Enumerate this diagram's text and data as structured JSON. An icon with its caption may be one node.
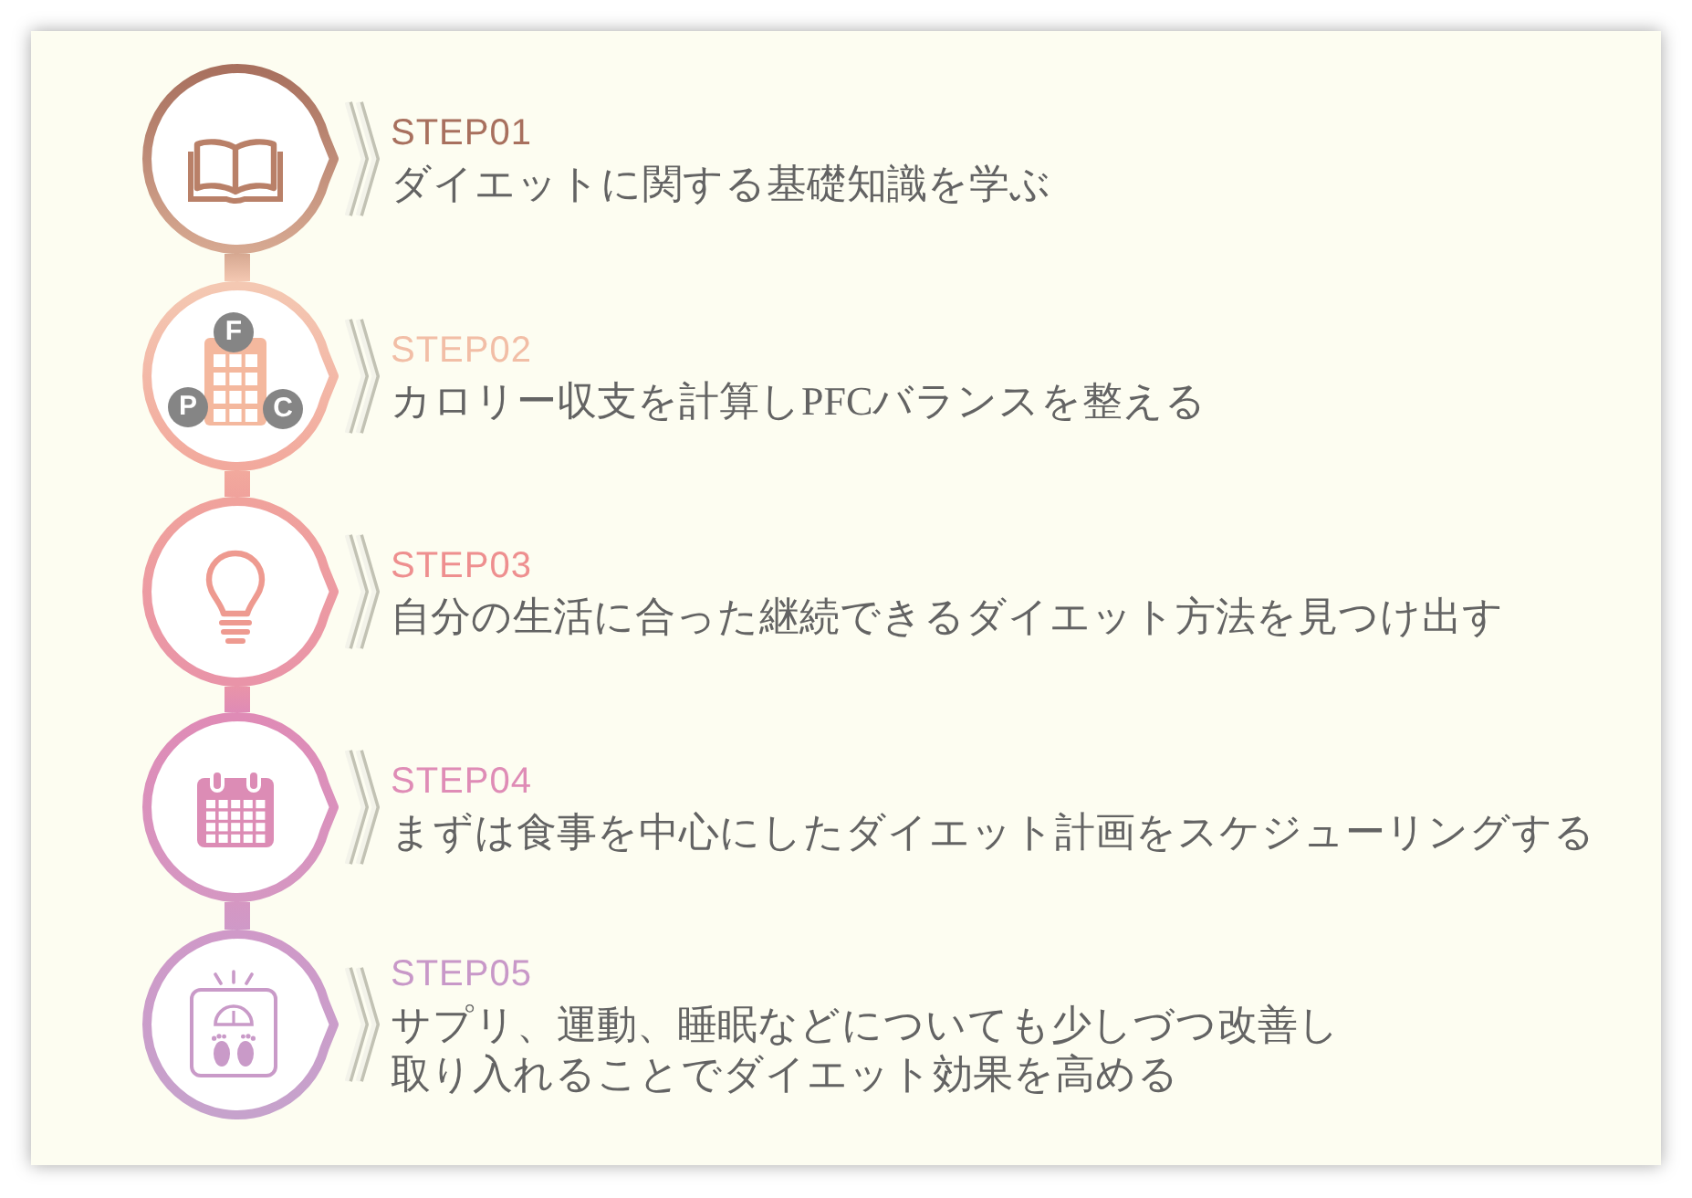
{
  "diagram": {
    "nodes": [
      {
        "text": [],
        "shape": "circle",
        "beside": [
          "STEP01",
          "ダイエットに関する基礎知識を学ぶ"
        ]
      },
      {
        "text": [
          "F",
          "P",
          "C"
        ],
        "beside": [
          "STEP02",
          "カロリー収支を計算しPFCバランスを整える"
        ]
      },
      {
        "text": [],
        "shape": "circle",
        "beside": [
          "STEP03",
          "自分の生活に合った継続できるダイエット方法を見つけ出す"
        ]
      },
      {
        "text": [],
        "shape": "circle",
        "beside": [
          "STEP04",
          "まずは食事を中心にしたダイエット計画をスケジューリングする"
        ]
      },
      {
        "text": [],
        "shape": "circle",
        "beside": [
          "STEP05",
          "サプリ、運動、睡眠などについても少しづつ改善し取り入れることでダイエット効果を高める"
        ]
      }
    ],
    "edges": [
      {
        "from": 0,
        "to": 1,
        "arrow": "none"
      },
      {
        "from": 1,
        "to": 2,
        "arrow": "none"
      },
      {
        "from": 2,
        "to": 3,
        "arrow": "none"
      },
      {
        "from": 3,
        "to": 4,
        "arrow": "none"
      }
    ]
  }
}
